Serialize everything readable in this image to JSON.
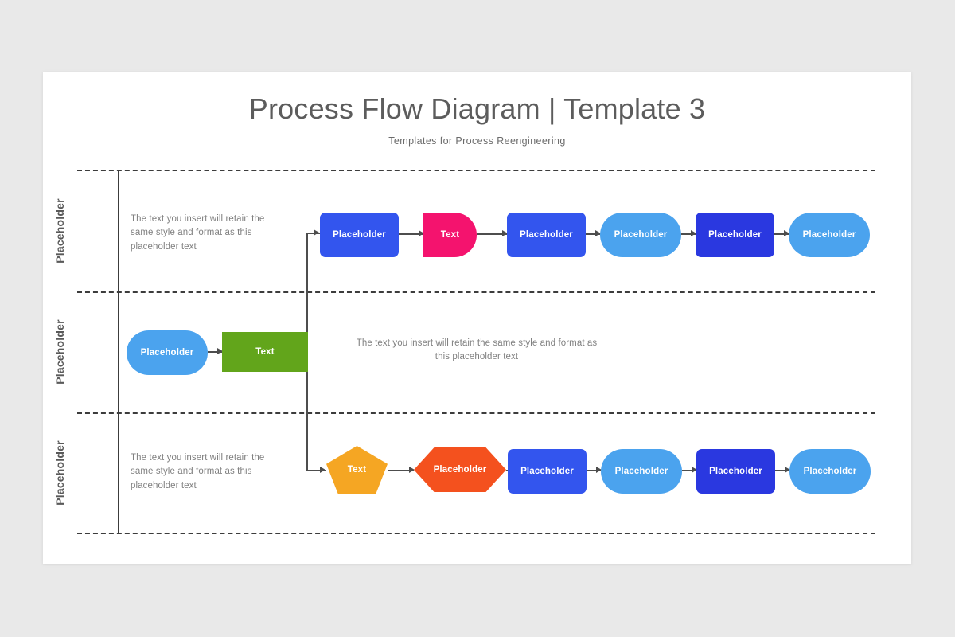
{
  "header": {
    "title": "Process Flow Diagram | Template 3",
    "subtitle": "Templates for Process Reengineering"
  },
  "colors": {
    "royal_blue": "#3355ee",
    "deep_blue": "#2a38e0",
    "light_blue": "#4ba3ee",
    "magenta": "#f4136e",
    "green": "#62a51b",
    "amber": "#f5a623",
    "orange_red": "#f4511e",
    "connector": "#4d4d4d",
    "frame": "#3c3c3c",
    "body_text": "#808080",
    "title_text": "#5c5c5c",
    "canvas": "#ffffff",
    "background": "#e9e9e9"
  },
  "lanes": [
    {
      "label": "Placeholder",
      "description": "The text you insert will retain the same style and format as this placeholder text",
      "description_position": "left",
      "nodes": [
        {
          "label": "Placeholder",
          "shape": "rounded-rect",
          "color": "#3355ee"
        },
        {
          "label": "Text",
          "shape": "d-shape",
          "color": "#f4136e"
        },
        {
          "label": "Placeholder",
          "shape": "rounded-rect",
          "color": "#3355ee"
        },
        {
          "label": "Placeholder",
          "shape": "stadium",
          "color": "#4ba3ee"
        },
        {
          "label": "Placeholder",
          "shape": "rounded-rect",
          "color": "#2a38e0"
        },
        {
          "label": "Placeholder",
          "shape": "stadium",
          "color": "#4ba3ee"
        }
      ]
    },
    {
      "label": "Placeholder",
      "description": "The text you insert will retain the same style and format as this placeholder text",
      "description_position": "center",
      "nodes": [
        {
          "label": "Placeholder",
          "shape": "stadium",
          "color": "#4ba3ee"
        },
        {
          "label": "Text",
          "shape": "square-rect",
          "color": "#62a51b"
        }
      ]
    },
    {
      "label": "Placeholder",
      "description": "The text you insert will retain the same style and format as this placeholder text",
      "description_position": "left",
      "nodes": [
        {
          "label": "Text",
          "shape": "pentagon",
          "color": "#f5a623"
        },
        {
          "label": "Placeholder",
          "shape": "hexagon",
          "color": "#f4511e"
        },
        {
          "label": "Placeholder",
          "shape": "rounded-rect",
          "color": "#3355ee"
        },
        {
          "label": "Placeholder",
          "shape": "stadium",
          "color": "#4ba3ee"
        },
        {
          "label": "Placeholder",
          "shape": "rounded-rect",
          "color": "#2a38e0"
        },
        {
          "label": "Placeholder",
          "shape": "stadium",
          "color": "#4ba3ee"
        }
      ]
    }
  ]
}
